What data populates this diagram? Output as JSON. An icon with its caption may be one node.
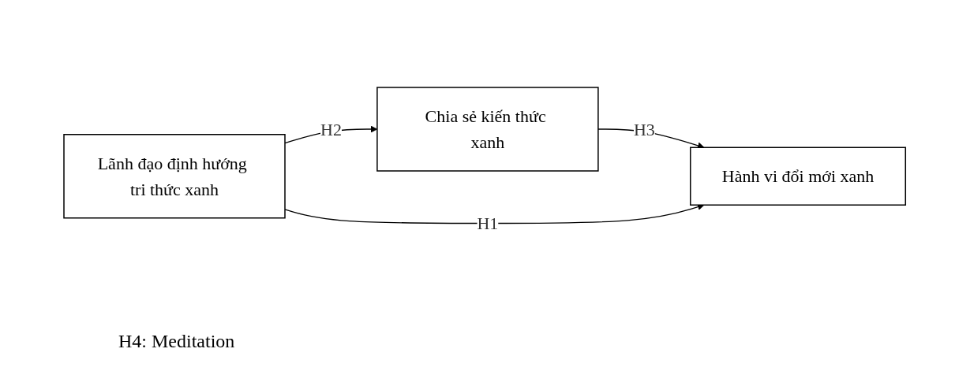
{
  "diagram": {
    "nodes": [
      {
        "text": [
          "Chia sẻ kiến thức xanh"
        ]
      },
      {
        "text": [
          "Lãnh đạo định hướng tri thức xanh"
        ]
      },
      {
        "text": [
          "Hành vi đổi mới xanh"
        ]
      }
    ],
    "edges": [
      {
        "from": 1,
        "to": 0,
        "arrow": "to",
        "label": "H2"
      },
      {
        "from": 0,
        "to": 2,
        "arrow": "to",
        "label": "H3"
      },
      {
        "from": 1,
        "to": 2,
        "arrow": "to",
        "label": "H1"
      }
    ],
    "labels": [
      "H4: Meditation"
    ]
  }
}
